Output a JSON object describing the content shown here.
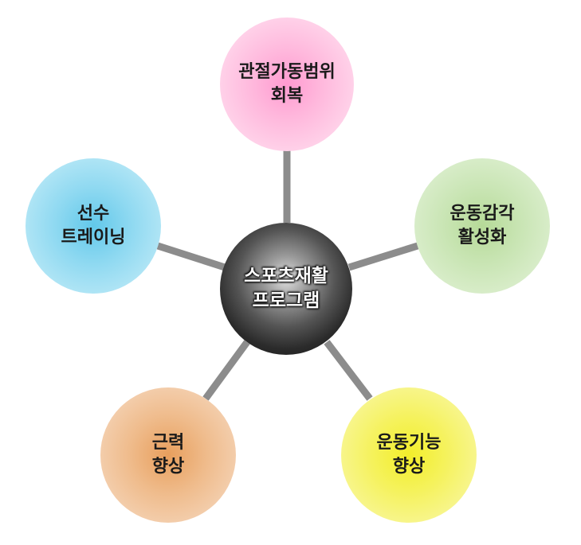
{
  "hub": {
    "line1": "스포츠재활",
    "line2": "프로그램"
  },
  "nodes": {
    "rom": {
      "line1": "관절가동범위",
      "line2": "회복"
    },
    "proprio": {
      "line1": "운동감각",
      "line2": "활성화"
    },
    "motor": {
      "line1": "운동기능",
      "line2": "향상"
    },
    "strength": {
      "line1": "근력",
      "line2": "향상"
    },
    "athlete": {
      "line1": "선수",
      "line2": "트레이닝"
    }
  },
  "colors": {
    "connector": "#8c8c8c",
    "hub": "#2b2b2b",
    "rom": "#ffb7dc",
    "proprio": "#c9e5b4",
    "motor": "#f5f25e",
    "strength": "#efbb8b",
    "athlete": "#8fd9f1"
  }
}
